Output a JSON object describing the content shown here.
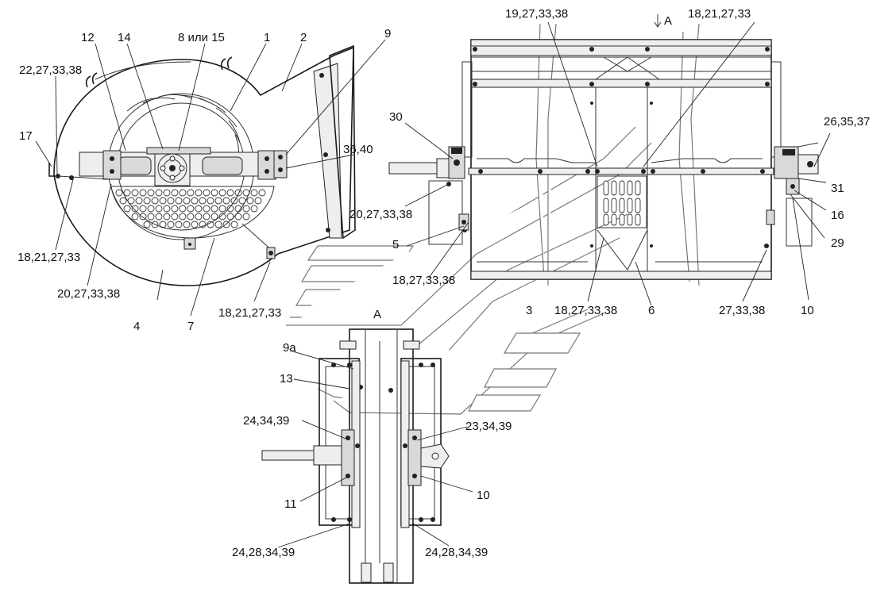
{
  "labels": {
    "l12": "12",
    "l14": "14",
    "l8or15": "8 или 15",
    "l1": "1",
    "l2": "2",
    "l9": "9",
    "l22": "22,27,33,38",
    "l17": "17",
    "l36": "36,40",
    "l18a": "18,21,27,33",
    "l20a": "20,27,33,38",
    "l4": "4",
    "l7": "7",
    "l18b": "18,21,27,33",
    "l19": "19,27,33,38",
    "lA1": "A",
    "l18c": "18,21,27,33",
    "l30": "30",
    "l26": "26,35,37",
    "l31": "31",
    "l16": "16",
    "l29": "29",
    "l20b": "20,27,33,38",
    "l5": "5",
    "l18d": "18,27,33,38",
    "l3": "3",
    "l18e": "18,27,33,38",
    "l6": "6",
    "l27": "27,33,38",
    "l10a": "10",
    "lA2": "A",
    "l9a": "9a",
    "l13": "13",
    "l24a": "24,34,39",
    "l23": "23,34,39",
    "l11": "11",
    "l10b": "10",
    "l24b": "24,28,34,39",
    "l24c": "24,28,34,39"
  }
}
